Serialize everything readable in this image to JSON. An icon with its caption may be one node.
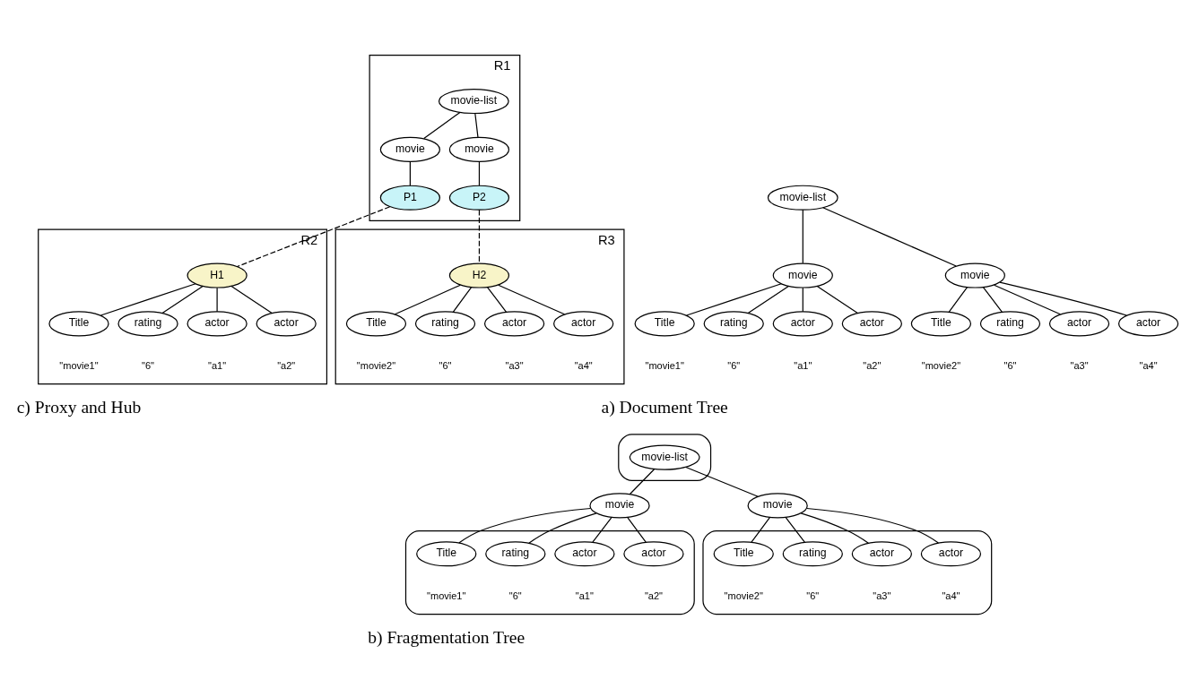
{
  "diagram": {
    "nodes": [
      {
        "text": [
          "movie-list"
        ]
      },
      {
        "text": [
          "movie"
        ]
      },
      {
        "text": [
          "movie"
        ]
      },
      {
        "text": [
          "Title"
        ],
        "beside": [
          "\"movie1\""
        ]
      },
      {
        "text": [
          "rating"
        ],
        "beside": [
          "\"6\""
        ]
      },
      {
        "text": [
          "actor"
        ],
        "beside": [
          "\"a1\""
        ]
      },
      {
        "text": [
          "actor"
        ],
        "beside": [
          "\"a2\""
        ]
      },
      {
        "text": [
          "Title"
        ],
        "beside": [
          "\"movie2\""
        ]
      },
      {
        "text": [
          "rating"
        ],
        "beside": [
          "\"6\""
        ]
      },
      {
        "text": [
          "actor"
        ],
        "beside": [
          "\"a3\""
        ]
      },
      {
        "text": [
          "actor"
        ],
        "beside": [
          "\"a4\""
        ]
      },
      {
        "text": [],
        "shape": "ellipse"
      },
      {
        "text": [
          "movie-list"
        ],
        "in": 11
      },
      {
        "text": [
          "movie"
        ]
      },
      {
        "text": [
          "movie"
        ]
      },
      {
        "text": [],
        "shape": "ellipse"
      },
      {
        "text": [
          "Title"
        ],
        "beside": [
          "\"movie1\""
        ],
        "in": 15
      },
      {
        "text": [
          "rating"
        ],
        "beside": [
          "\"6\""
        ],
        "in": 15
      },
      {
        "text": [
          "actor"
        ],
        "beside": [
          "\"a1\""
        ],
        "in": 15
      },
      {
        "text": [
          "actor"
        ],
        "beside": [
          "\"a2\""
        ],
        "in": 15
      },
      {
        "text": [],
        "shape": "ellipse"
      },
      {
        "text": [
          "Title"
        ],
        "beside": [
          "\"movie2\""
        ],
        "in": 20
      },
      {
        "text": [
          "rating"
        ],
        "beside": [
          "\"6\""
        ],
        "in": 20
      },
      {
        "text": [
          "actor"
        ],
        "beside": [
          "\"a3\""
        ],
        "in": 20
      },
      {
        "text": [
          "actor"
        ],
        "beside": [
          "\"a4\""
        ],
        "in": 20
      },
      {
        "text": [
          "R1"
        ]
      },
      {
        "text": [
          "movie-list"
        ],
        "in": 25
      },
      {
        "text": [
          "movie"
        ],
        "in": 25
      },
      {
        "text": [
          "movie"
        ],
        "in": 25
      },
      {
        "text": [
          "P1"
        ],
        "in": 25
      },
      {
        "text": [
          "P2"
        ],
        "in": 25
      },
      {
        "text": [
          "R2"
        ]
      },
      {
        "text": [
          "H1"
        ],
        "in": 31
      },
      {
        "text": [
          "Title"
        ],
        "beside": [
          "\"movie1\""
        ],
        "in": 31
      },
      {
        "text": [
          "rating"
        ],
        "beside": [
          "\"6\""
        ],
        "in": 31
      },
      {
        "text": [
          "actor"
        ],
        "beside": [
          "\"a1\""
        ],
        "in": 31
      },
      {
        "text": [
          "actor"
        ],
        "beside": [
          "\"a2\""
        ],
        "in": 31
      },
      {
        "text": [
          "R3"
        ]
      },
      {
        "text": [
          "H2"
        ],
        "in": 37
      },
      {
        "text": [
          "Title"
        ],
        "beside": [
          "\"movie2\""
        ],
        "in": 37
      },
      {
        "text": [
          "rating"
        ],
        "beside": [
          "\"6\""
        ],
        "in": 37
      },
      {
        "text": [
          "actor"
        ],
        "beside": [
          "\"a3\""
        ],
        "in": 37
      },
      {
        "text": [
          "actor"
        ],
        "beside": [
          "\"a4\""
        ],
        "in": 37
      }
    ],
    "edges": [
      {
        "from": 0,
        "to": 1,
        "arrow": "none"
      },
      {
        "from": 0,
        "to": 2,
        "arrow": "none"
      },
      {
        "from": 1,
        "to": 3,
        "arrow": "none"
      },
      {
        "from": 1,
        "to": 4,
        "arrow": "none"
      },
      {
        "from": 1,
        "to": 5,
        "arrow": "none"
      },
      {
        "from": 1,
        "to": 6,
        "arrow": "none"
      },
      {
        "from": 2,
        "to": 7,
        "arrow": "none"
      },
      {
        "from": 2,
        "to": 8,
        "arrow": "none"
      },
      {
        "from": 2,
        "to": 9,
        "arrow": "none"
      },
      {
        "from": 2,
        "to": 10,
        "arrow": "none"
      },
      {
        "from": 12,
        "to": 13,
        "arrow": "none"
      },
      {
        "from": 12,
        "to": 14,
        "arrow": "none"
      },
      {
        "from": 13,
        "to": 16,
        "arrow": "none"
      },
      {
        "from": 13,
        "to": 17,
        "arrow": "none"
      },
      {
        "from": 13,
        "to": 18,
        "arrow": "none"
      },
      {
        "from": 13,
        "to": 19,
        "arrow": "none"
      },
      {
        "from": 14,
        "to": 21,
        "arrow": "none"
      },
      {
        "from": 14,
        "to": 22,
        "arrow": "none"
      },
      {
        "from": 14,
        "to": 23,
        "arrow": "none"
      },
      {
        "from": 14,
        "to": 24,
        "arrow": "none"
      },
      {
        "from": 26,
        "to": 27,
        "arrow": "none"
      },
      {
        "from": 26,
        "to": 28,
        "arrow": "none"
      },
      {
        "from": 27,
        "to": 29,
        "arrow": "none"
      },
      {
        "from": 28,
        "to": 30,
        "arrow": "none"
      },
      {
        "from": 29,
        "to": 32,
        "arrow": "none",
        "style": "dashed"
      },
      {
        "from": 30,
        "to": 38,
        "arrow": "none",
        "style": "dashed"
      },
      {
        "from": 32,
        "to": 33,
        "arrow": "none"
      },
      {
        "from": 32,
        "to": 34,
        "arrow": "none"
      },
      {
        "from": 32,
        "to": 35,
        "arrow": "none"
      },
      {
        "from": 32,
        "to": 36,
        "arrow": "none"
      },
      {
        "from": 38,
        "to": 39,
        "arrow": "none"
      },
      {
        "from": 38,
        "to": 40,
        "arrow": "none"
      },
      {
        "from": 38,
        "to": 41,
        "arrow": "none"
      },
      {
        "from": 38,
        "to": 42,
        "arrow": "none"
      }
    ],
    "labels": [
      "a) Document Tree",
      "b) Fragmentation Tree",
      "c) Proxy and Hub"
    ]
  }
}
